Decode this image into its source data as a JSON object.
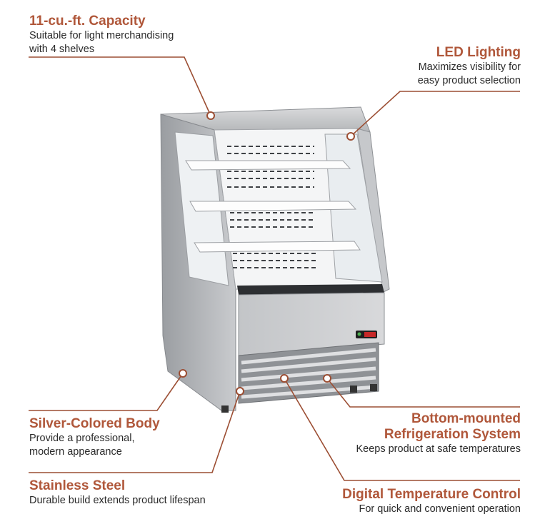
{
  "callouts": {
    "capacity": {
      "title": "11-cu.-ft. Capacity",
      "desc1": "Suitable for light merchandising",
      "desc2": "with 4 shelves"
    },
    "led": {
      "title": "LED Lighting",
      "desc1": "Maximizes visibility for",
      "desc2": "easy product selection"
    },
    "body": {
      "title": "Silver-Colored Body",
      "desc1": "Provide a professional,",
      "desc2": "modern appearance"
    },
    "refrigeration": {
      "title1": "Bottom-mounted",
      "title2": "Refrigeration System",
      "desc1": "Keeps product at safe temperatures"
    },
    "steel": {
      "title": "Stainless Steel",
      "desc1": "Durable build extends product lifespan"
    },
    "temperature": {
      "title": "Digital Temperature Control",
      "desc1": "For quick and convenient operation"
    }
  },
  "colors": {
    "accent": "#b0573a",
    "text": "#2a2a2a",
    "steel": "#b9bcc0"
  }
}
